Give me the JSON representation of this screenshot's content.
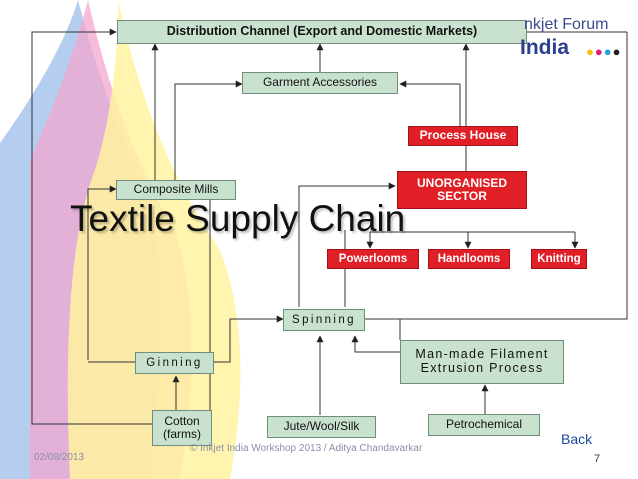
{
  "title": "Textile Supply Chain",
  "logo": {
    "line1": "nkjet Forum",
    "line2": "India"
  },
  "nodes": {
    "distribution": "Distribution Channel (Export and Domestic Markets)",
    "garment_accessories": "Garment Accessories",
    "process_house": "Process House",
    "composite_mills": "Composite Mills",
    "unorganised_sector": "UNORGANISED SECTOR",
    "powerlooms": "Powerlooms",
    "handlooms": "Handlooms",
    "knitting": "Knitting",
    "spinning": "Spinning",
    "manmade": "Man-made Filament Extrusion Process",
    "ginning": "Ginning",
    "cotton": "Cotton (farms)",
    "jute": "Jute/Wool/Silk",
    "petrochemical": "Petrochemical"
  },
  "footer": {
    "date": "02/08/2013",
    "credit": "© Inkjet India Workshop 2013 / Aditya Chandavarkar",
    "page": "7",
    "back": "Back"
  },
  "colors": {
    "box_green": "#c9e2d0",
    "box_red": "#e01f26",
    "back_link": "#1a4a9c",
    "drop_yellow": "#fff3a0",
    "drop_pink": "#f3a7cf",
    "drop_blue": "#9fc0ea"
  }
}
